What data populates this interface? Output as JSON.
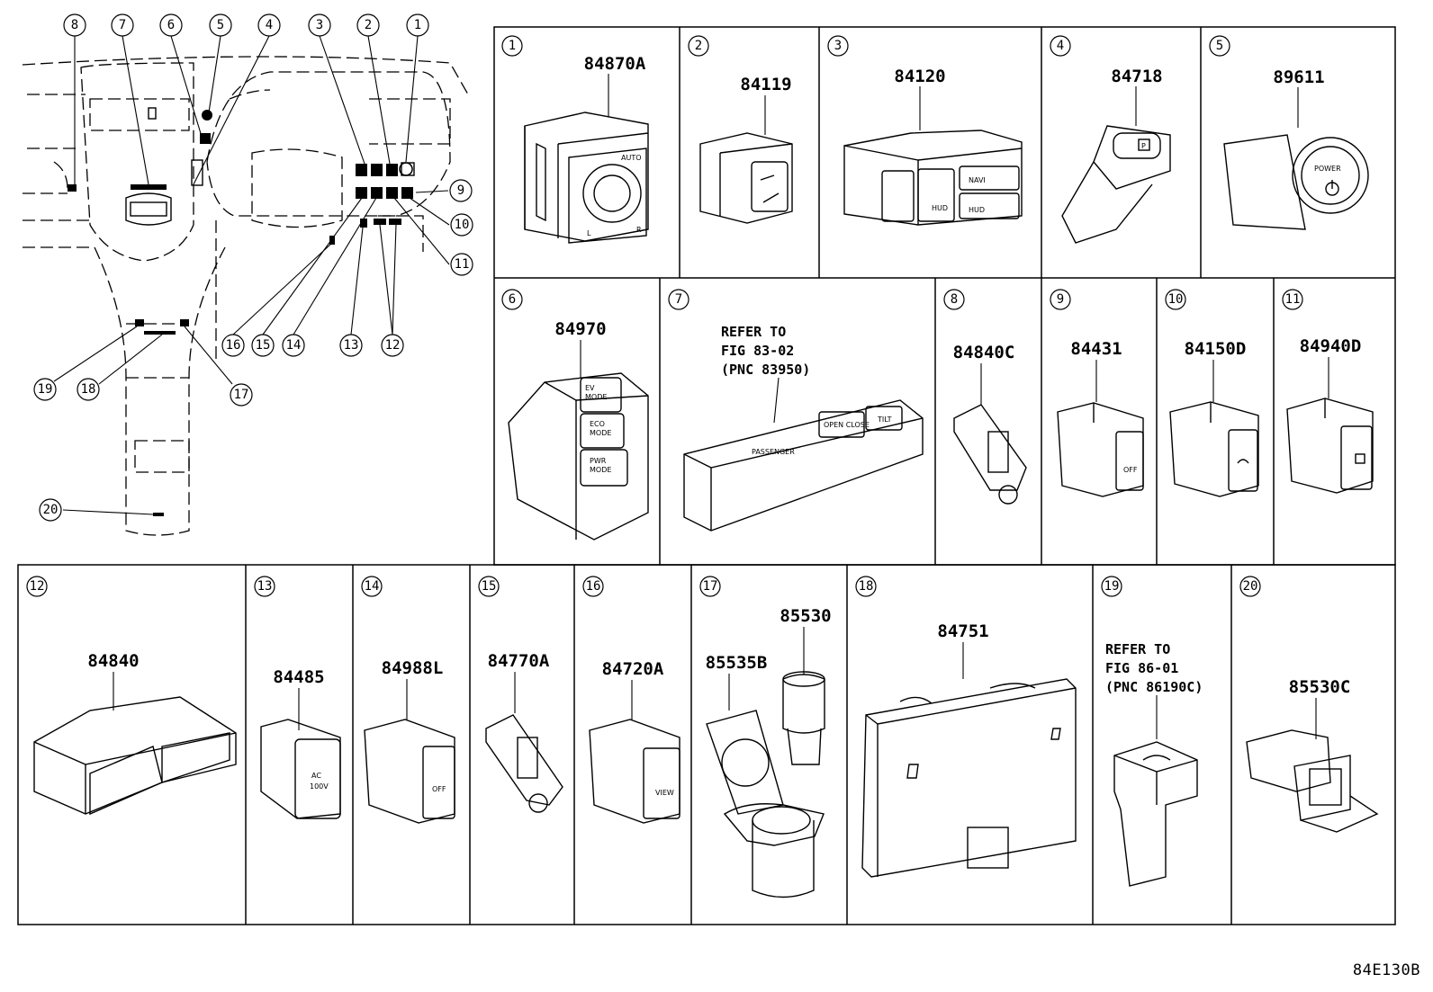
{
  "diagram_code": "84E130B",
  "overview_callouts": [
    "1",
    "2",
    "3",
    "4",
    "5",
    "6",
    "7",
    "8",
    "9",
    "10",
    "11",
    "12",
    "13",
    "14",
    "15",
    "16",
    "17",
    "18",
    "19",
    "20"
  ],
  "panels": [
    {
      "id": "1",
      "part": "84870A",
      "labels": [
        "AUTO",
        "L",
        "R"
      ]
    },
    {
      "id": "2",
      "part": "84119",
      "labels": []
    },
    {
      "id": "3",
      "part": "84120",
      "labels": [
        "HUD",
        "NAVI",
        "HUD"
      ]
    },
    {
      "id": "4",
      "part": "84718",
      "labels": [
        "P"
      ]
    },
    {
      "id": "5",
      "part": "89611",
      "labels": [
        "POWER"
      ]
    },
    {
      "id": "6",
      "part": "84970",
      "labels": [
        "EV",
        "MODE",
        "ECO",
        "MODE",
        "PWR",
        "MODE"
      ]
    },
    {
      "id": "7",
      "part": "",
      "refer": [
        "REFER TO",
        "FIG 83-02",
        "(PNC 83950)"
      ],
      "labels": [
        "PASSENGER",
        "OPEN CLOSE",
        "TILT"
      ]
    },
    {
      "id": "8",
      "part": "84840C",
      "labels": []
    },
    {
      "id": "9",
      "part": "84431",
      "labels": [
        "OFF"
      ]
    },
    {
      "id": "10",
      "part": "84150D",
      "labels": []
    },
    {
      "id": "11",
      "part": "84940D",
      "labels": []
    },
    {
      "id": "12",
      "part": "84840",
      "labels": []
    },
    {
      "id": "13",
      "part": "84485",
      "labels": [
        "AC",
        "100V"
      ]
    },
    {
      "id": "14",
      "part": "84988L",
      "labels": [
        "OFF"
      ]
    },
    {
      "id": "15",
      "part": "84770A",
      "labels": []
    },
    {
      "id": "16",
      "part": "84720A",
      "labels": [
        "VIEW"
      ]
    },
    {
      "id": "17",
      "part": "85535B",
      "part2": "85530",
      "labels": []
    },
    {
      "id": "18",
      "part": "84751",
      "labels": []
    },
    {
      "id": "19",
      "part": "",
      "refer": [
        "REFER TO",
        "FIG 86-01",
        "(PNC 86190C)"
      ],
      "labels": []
    },
    {
      "id": "20",
      "part": "85530C",
      "labels": []
    }
  ]
}
